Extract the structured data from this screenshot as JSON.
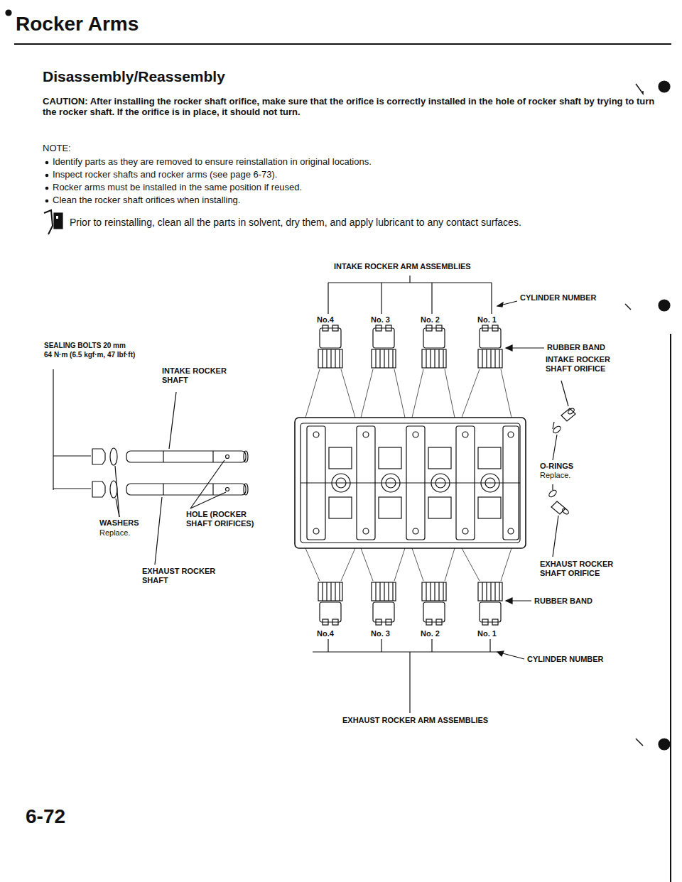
{
  "diagram": {
    "title": "Rocker Arms",
    "labels": [
      "Disassembly/Reassembly",
      "CAUTION: After installing the rocker shaft orifice, make sure that the orifice is correctly installed in the hole of rocker shaft by trying to turn the rocker shaft. If the orifice is in place, it should not turn.",
      "NOTE:",
      "Identify parts as they are removed to ensure reinstallation in original locations.",
      "Inspect rocker shafts and rocker arms (see page 6-73).",
      "Rocker arms must be installed in the same position if reused.",
      "Clean the rocker shaft orifices when installing.",
      "Prior to reinstalling, clean all the parts in solvent, dry them, and apply lubricant to any contact surfaces.",
      "INTAKE ROCKER ARM ASSEMBLIES",
      "CYLINDER NUMBER",
      "No.4",
      "No. 3",
      "No. 2",
      "No. 1",
      "SEALING BOLTS 20 mm",
      "64 N·m (6.5 kgf·m, 47 lbf·ft)",
      "RUBBER BAND",
      "INTAKE ROCKER SHAFT ORIFICE",
      "INTAKE ROCKER SHAFT",
      "O-RINGS",
      "Replace.",
      "HOLE (ROCKER SHAFT ORIFICES)",
      "WASHERS",
      "Replace.",
      "EXHAUST ROCKER SHAFT ORIFICE",
      "EXHAUST ROCKER SHAFT",
      "RUBBER BAND",
      "No.4",
      "No. 3",
      "No. 2",
      "No. 1",
      "CYLINDER NUMBER",
      "EXHAUST ROCKER ARM ASSEMBLIES",
      "6-72"
    ]
  }
}
